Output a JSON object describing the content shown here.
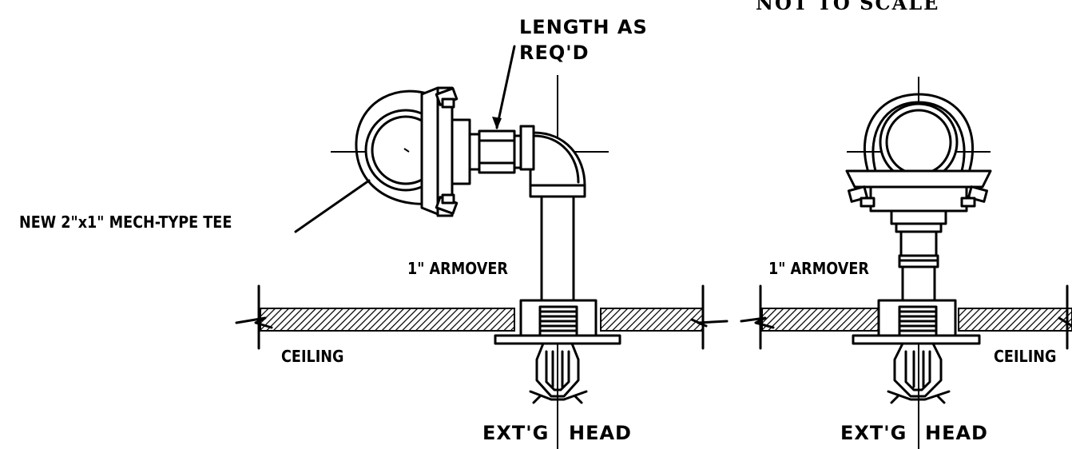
{
  "labels": {
    "scale_note": "NOT TO SCALE",
    "length_line1": "LENGTH AS",
    "length_line2": "REQ'D",
    "tee": "NEW 2\"x1\" MECH-TYPE TEE",
    "armover_left": "1\" ARMOVER",
    "armover_right": "1\" ARMOVER",
    "ceiling_left": "CEILING",
    "ceiling_right": "CEILING",
    "head_left_a": "EXT'G",
    "head_left_b": "HEAD",
    "head_right_a": "EXT'G",
    "head_right_b": "HEAD"
  }
}
